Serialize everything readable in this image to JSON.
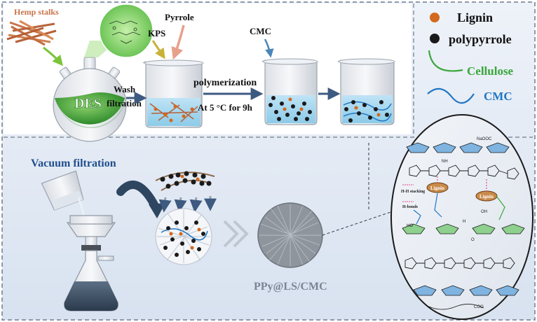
{
  "labels": {
    "hemp_stalks": "Hemp stalks",
    "des": "DES",
    "kps": "KPS",
    "pyrrole": "Pyrrole",
    "cmc_top": "CMC",
    "wash": "Wash",
    "filtration": "filtration",
    "polymerization": "polymerization",
    "condition": "At 5 °C for 9h",
    "vacuum_filtration": "Vacuum filtration",
    "product": "PPy@LS/CMC"
  },
  "legend": {
    "lignin": "Lignin",
    "polypyrrole": "polypyrrole",
    "cellulose": "Cellulose",
    "cmc": "CMC"
  },
  "structure": {
    "stacking": "Π-Π stacking",
    "hbonds": "H-bonds",
    "lignin_1": "Lignin",
    "lignin_2": "Lignin",
    "naooc": "NaOOC",
    "nh": "NH",
    "coo": "COO",
    "ho": "HO",
    "oh": "OH",
    "o": "O",
    "h": "H"
  },
  "colors": {
    "des_liquid": "#3fa03a",
    "arrow": "#3d5a80",
    "label_blue": "#1f4e8c",
    "cellulose_green": "#3aa63a",
    "cmc_blue": "#1f77c4",
    "lignin_orange": "#d2691e"
  }
}
